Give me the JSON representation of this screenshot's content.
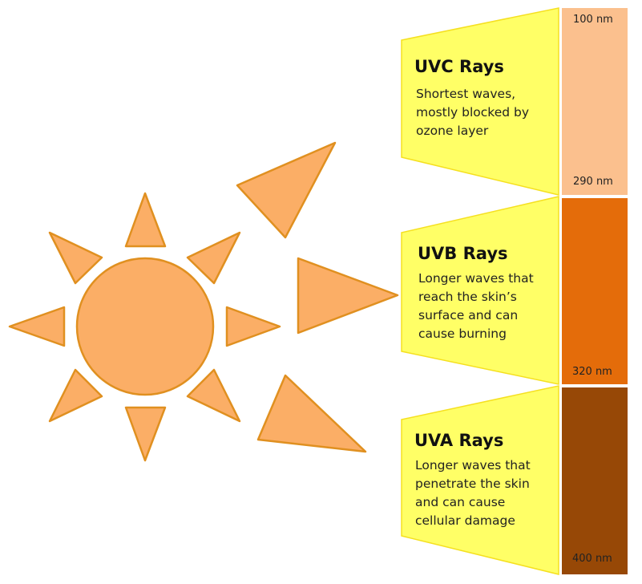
{
  "colors": {
    "sun_fill": "#fbae66",
    "sun_stroke": "#e09020",
    "callout_fill": "#ffff66",
    "callout_stroke": "#f5e020",
    "uvc_band": "#fbc08e",
    "uvb_band": "#e46c0a",
    "uva_band": "#974806"
  },
  "rays": [
    {
      "id": "uvc",
      "title": "UVC Rays",
      "lines": [
        "Shortest waves,",
        "mostly blocked by",
        "ozone layer"
      ]
    },
    {
      "id": "uvb",
      "title": "UVB Rays",
      "lines": [
        "Longer waves that",
        "reach the skin’s",
        "surface and can",
        "cause burning"
      ]
    },
    {
      "id": "uva",
      "title": "UVA Rays",
      "lines": [
        "Longer waves that",
        "penetrate the skin",
        "and can cause",
        "cellular damage"
      ]
    }
  ],
  "wavelengths": {
    "uvc_top": "100 nm",
    "uvc_bottom": "290 nm",
    "uvb_bottom": "320 nm",
    "uva_bottom": "400 nm"
  }
}
